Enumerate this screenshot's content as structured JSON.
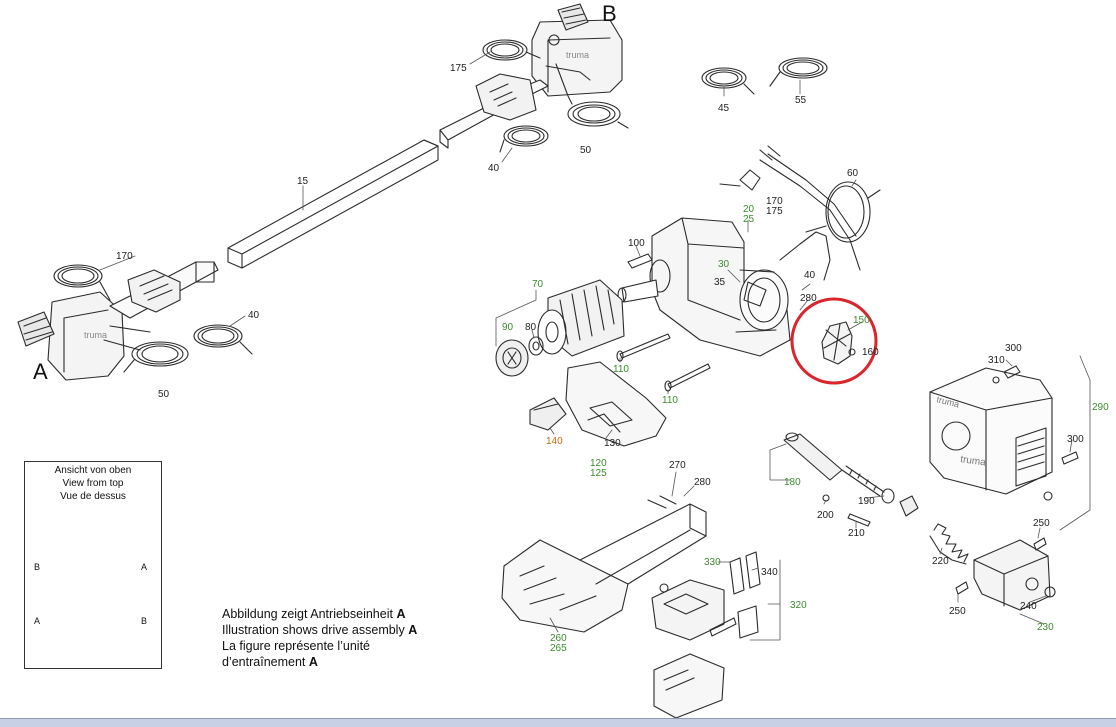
{
  "labels": {
    "B": "B",
    "A": "A",
    "n175": "175",
    "n40_top": "40",
    "n50_top": "50",
    "n45": "45",
    "n55": "55",
    "n15": "15",
    "n170_left": "170",
    "n40_left": "40",
    "n50_left": "50",
    "n60": "60",
    "n170_right": "170",
    "n175_right": "175",
    "n20": "20",
    "n25": "25",
    "n100": "100",
    "n30": "30",
    "n35": "35",
    "n40_right": "40",
    "n280_upper": "280",
    "n150": "150",
    "n160": "160",
    "n70": "70",
    "n90": "90",
    "n80": "80",
    "n110_a": "110",
    "n110_b": "110",
    "n140": "140",
    "n130": "130",
    "n120": "120",
    "n125": "125",
    "n300_top": "300",
    "n310": "310",
    "n290": "290",
    "n300_right": "300",
    "n180": "180",
    "n200": "200",
    "n190": "190",
    "n210": "210",
    "n220": "220",
    "n250_top": "250",
    "n250_bottom": "250",
    "n240": "240",
    "n230": "230",
    "n270": "270",
    "n280_lower": "280",
    "n330": "330",
    "n340": "340",
    "n320": "320",
    "n260": "260",
    "n265": "265"
  },
  "inset": {
    "line1": "Ansicht von oben",
    "line2": "View from top",
    "line3": "Vue de dessus",
    "B_left": "B",
    "A_right": "A",
    "A_left": "A",
    "B_right": "B"
  },
  "caption": {
    "de_text": "Abbildung zeigt Antriebseinheit ",
    "de_bold": "A",
    "en_text": "Illustration shows drive assembly ",
    "en_bold": "A",
    "fr1_text": "La figure représente l’unité",
    "fr2_text": "d’entraînement ",
    "fr2_bold": "A"
  },
  "brand": "truma",
  "colors": {
    "highlight_circle": "#d9252b",
    "green_label": "#3c8a2c",
    "orange_label": "#c46a12",
    "line": "#2b2b2b"
  }
}
